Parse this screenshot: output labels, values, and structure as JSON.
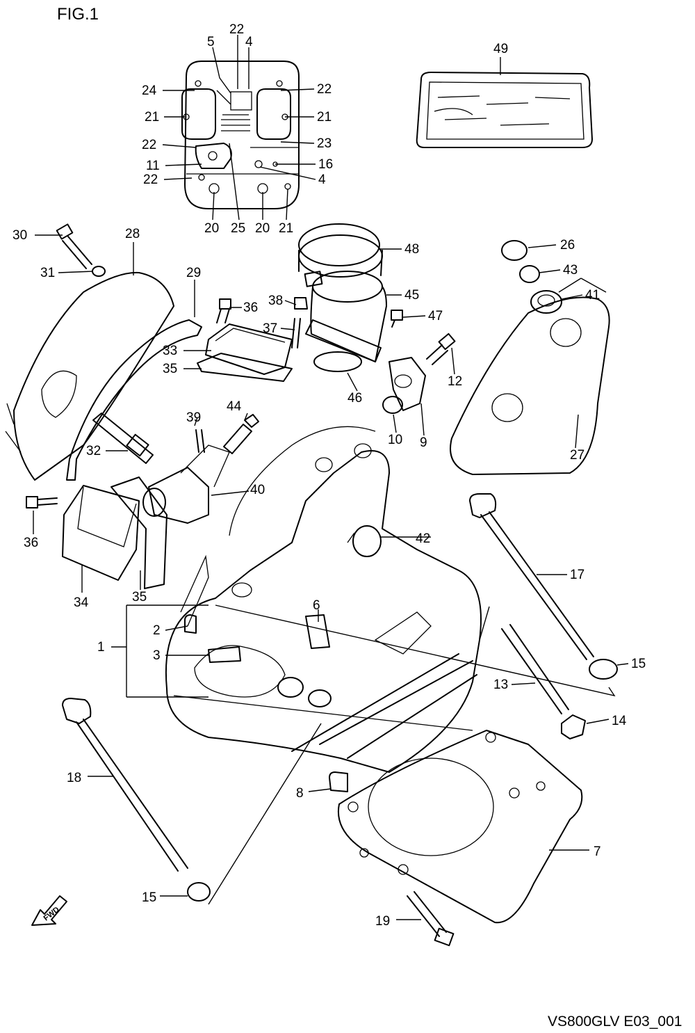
{
  "figure": {
    "title": "FIG.1",
    "code": "VS800GLV E03_001",
    "fwd_label": "FWD"
  },
  "callouts": [
    {
      "id": "c1",
      "text": "1"
    },
    {
      "id": "c2",
      "text": "2"
    },
    {
      "id": "c3",
      "text": "3"
    },
    {
      "id": "c4a",
      "text": "4"
    },
    {
      "id": "c4b",
      "text": "4"
    },
    {
      "id": "c5",
      "text": "5"
    },
    {
      "id": "c6",
      "text": "6"
    },
    {
      "id": "c7",
      "text": "7"
    },
    {
      "id": "c8",
      "text": "8"
    },
    {
      "id": "c9",
      "text": "9"
    },
    {
      "id": "c10",
      "text": "10"
    },
    {
      "id": "c11",
      "text": "11"
    },
    {
      "id": "c12",
      "text": "12"
    },
    {
      "id": "c13",
      "text": "13"
    },
    {
      "id": "c14",
      "text": "14"
    },
    {
      "id": "c15a",
      "text": "15"
    },
    {
      "id": "c15b",
      "text": "15"
    },
    {
      "id": "c16",
      "text": "16"
    },
    {
      "id": "c17",
      "text": "17"
    },
    {
      "id": "c18",
      "text": "18"
    },
    {
      "id": "c19",
      "text": "19"
    },
    {
      "id": "c20a",
      "text": "20"
    },
    {
      "id": "c20b",
      "text": "20"
    },
    {
      "id": "c21a",
      "text": "21"
    },
    {
      "id": "c21b",
      "text": "21"
    },
    {
      "id": "c21c",
      "text": "21"
    },
    {
      "id": "c22a",
      "text": "22"
    },
    {
      "id": "c22b",
      "text": "22"
    },
    {
      "id": "c22c",
      "text": "22"
    },
    {
      "id": "c22d",
      "text": "22"
    },
    {
      "id": "c23",
      "text": "23"
    },
    {
      "id": "c24",
      "text": "24"
    },
    {
      "id": "c25",
      "text": "25"
    },
    {
      "id": "c26",
      "text": "26"
    },
    {
      "id": "c27",
      "text": "27"
    },
    {
      "id": "c28",
      "text": "28"
    },
    {
      "id": "c29",
      "text": "29"
    },
    {
      "id": "c30",
      "text": "30"
    },
    {
      "id": "c31",
      "text": "31"
    },
    {
      "id": "c32",
      "text": "32"
    },
    {
      "id": "c33",
      "text": "33"
    },
    {
      "id": "c34",
      "text": "34"
    },
    {
      "id": "c35a",
      "text": "35"
    },
    {
      "id": "c35b",
      "text": "35"
    },
    {
      "id": "c36a",
      "text": "36"
    },
    {
      "id": "c36b",
      "text": "36"
    },
    {
      "id": "c37",
      "text": "37"
    },
    {
      "id": "c38",
      "text": "38"
    },
    {
      "id": "c39",
      "text": "39"
    },
    {
      "id": "c40",
      "text": "40"
    },
    {
      "id": "c41",
      "text": "41"
    },
    {
      "id": "c42",
      "text": "42"
    },
    {
      "id": "c43",
      "text": "43"
    },
    {
      "id": "c44",
      "text": "44"
    },
    {
      "id": "c45",
      "text": "45"
    },
    {
      "id": "c46",
      "text": "46"
    },
    {
      "id": "c47",
      "text": "47"
    },
    {
      "id": "c48",
      "text": "48"
    },
    {
      "id": "c49",
      "text": "49"
    }
  ]
}
